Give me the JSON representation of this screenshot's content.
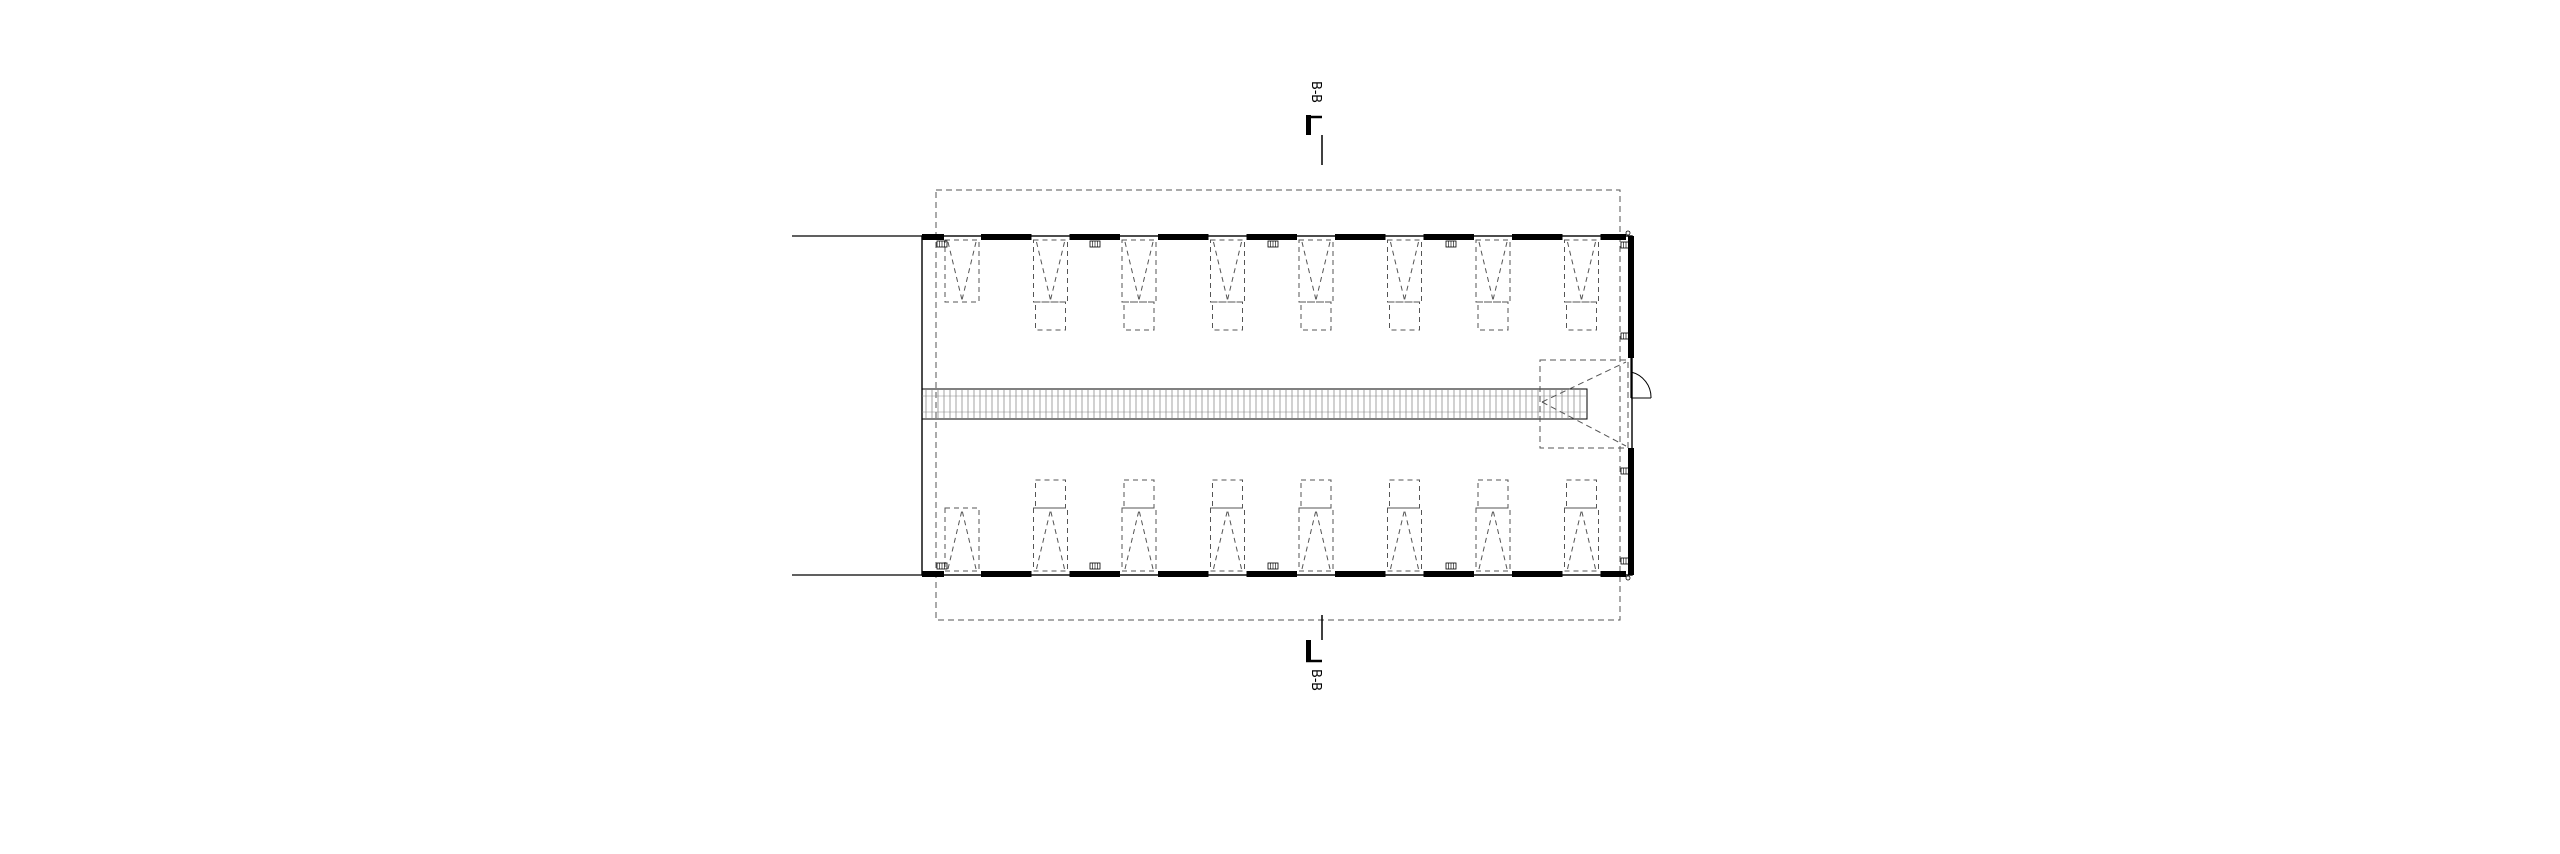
{
  "drawing": {
    "section_marker_top": "B-B",
    "section_marker_bottom": "B-B",
    "bay_count": 8,
    "colors": {
      "line": "#000000",
      "dashed": "#555555",
      "wall_fill": "#000000",
      "background": "#ffffff"
    }
  }
}
